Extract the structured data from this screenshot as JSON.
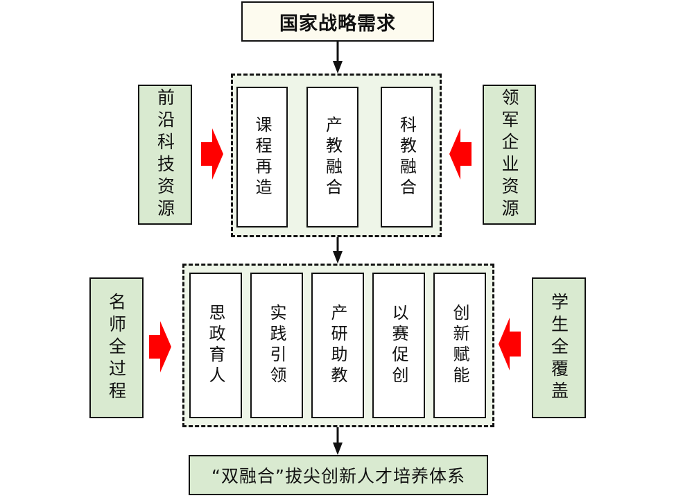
{
  "diagram": {
    "top": {
      "label": "国家战略需求"
    },
    "stage1": {
      "items": [
        {
          "label": "课程再造"
        },
        {
          "label": "产教融合"
        },
        {
          "label": "科教融合"
        }
      ],
      "left_input": {
        "label": "前沿科技资源"
      },
      "right_input": {
        "label": "领军企业资源"
      }
    },
    "stage2": {
      "items": [
        {
          "label": "思政育人"
        },
        {
          "label": "实践引领"
        },
        {
          "label": "产研助教"
        },
        {
          "label": "以赛促创"
        },
        {
          "label": "创新赋能"
        }
      ],
      "left_input": {
        "label": "名师全过程"
      },
      "right_input": {
        "label": "学生全覆盖"
      }
    },
    "bottom": {
      "label": "“双融合”拔尖创新人才培养体系"
    },
    "colors": {
      "side_fill": "#d9ead0",
      "group_fill": "#eef5e8",
      "top_fill": "#fdfbef",
      "input_arrow": "#ff0000",
      "flow_arrow": "#111111"
    }
  }
}
